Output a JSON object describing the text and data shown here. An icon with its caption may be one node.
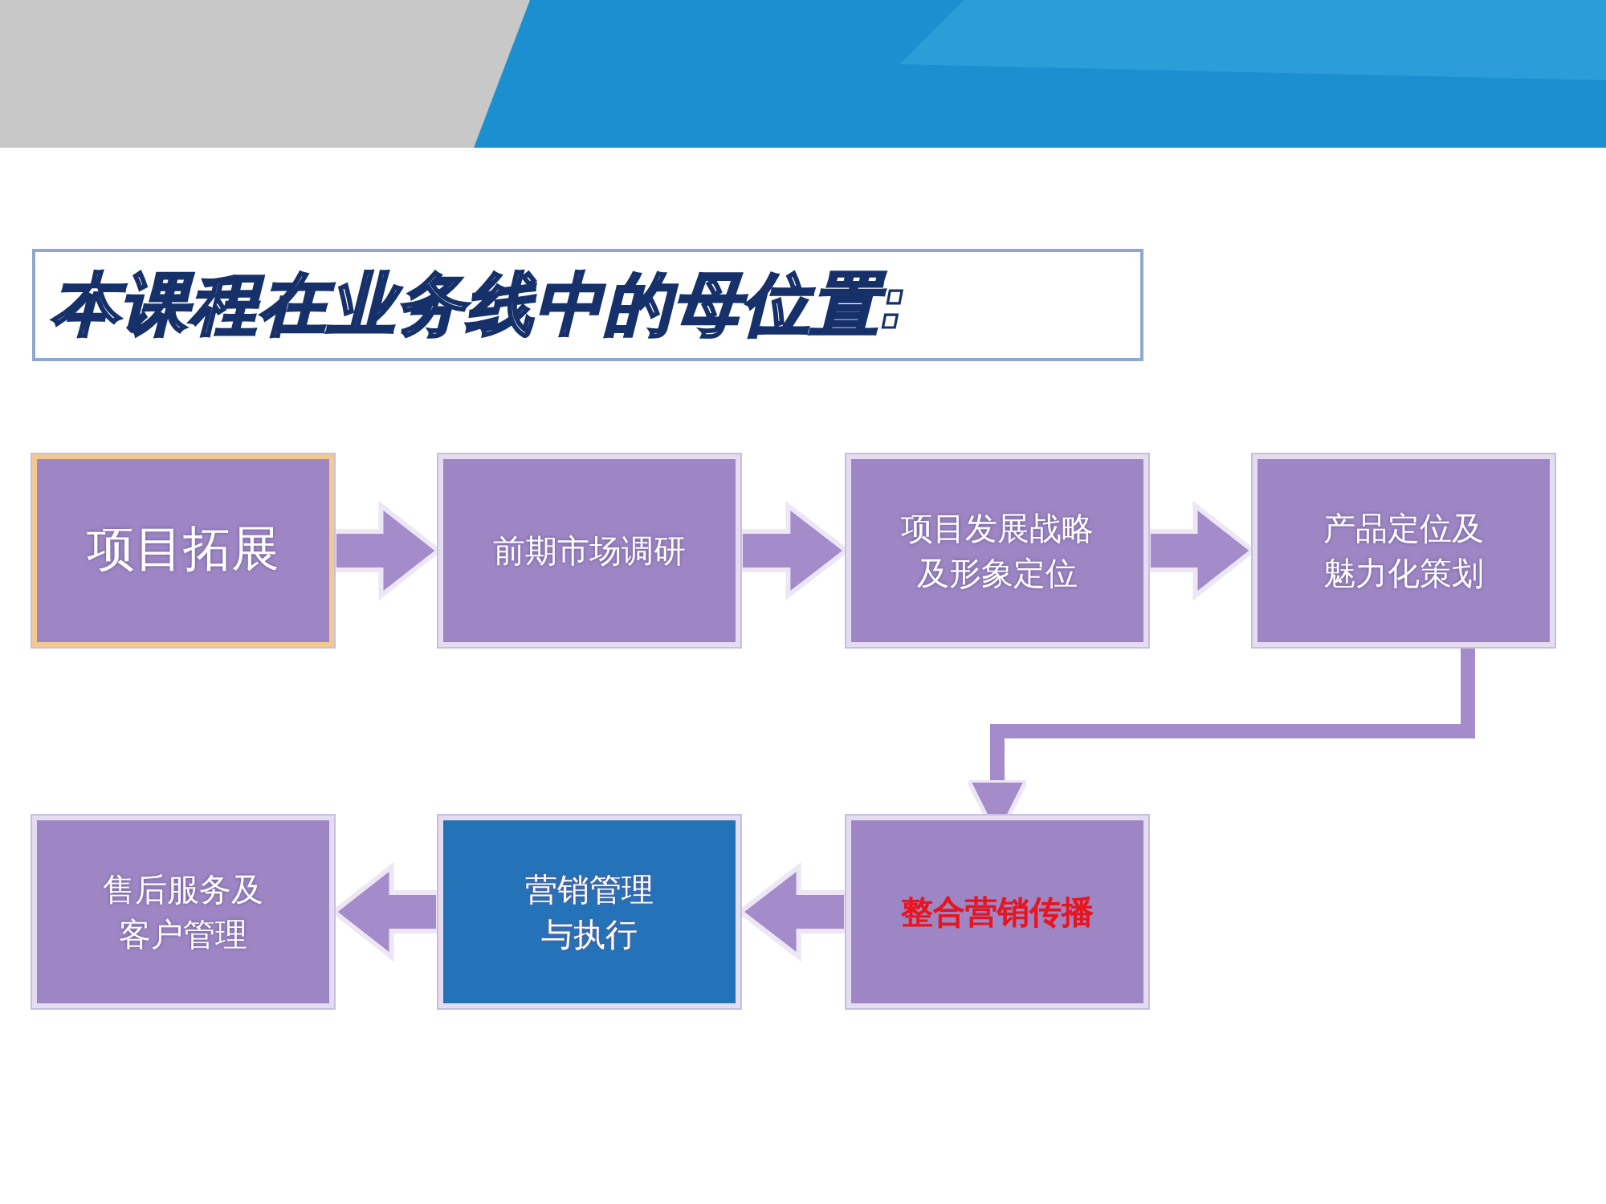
{
  "diagram": {
    "title": "本课程在业务线中的母位置:",
    "nodes": [
      {
        "text": [
          "项目拓展"
        ]
      },
      {
        "text": [
          "前期市场调研"
        ]
      },
      {
        "text": [
          "项目发展战略及形象定位"
        ]
      },
      {
        "text": [
          "产品定位及魅力化策划"
        ]
      },
      {
        "text": [
          "整合营销传播"
        ]
      },
      {
        "text": [
          "营销管理与执行"
        ]
      },
      {
        "text": [
          "售后服务及客户管理"
        ]
      }
    ],
    "edges": [
      {
        "from": 0,
        "to": 1,
        "arrow": "to"
      },
      {
        "from": 1,
        "to": 2,
        "arrow": "to"
      },
      {
        "from": 2,
        "to": 3,
        "arrow": "to"
      },
      {
        "from": 3,
        "to": 4,
        "arrow": "to"
      },
      {
        "from": 4,
        "to": 5,
        "arrow": "to"
      },
      {
        "from": 5,
        "to": 6,
        "arrow": "to"
      }
    ]
  }
}
